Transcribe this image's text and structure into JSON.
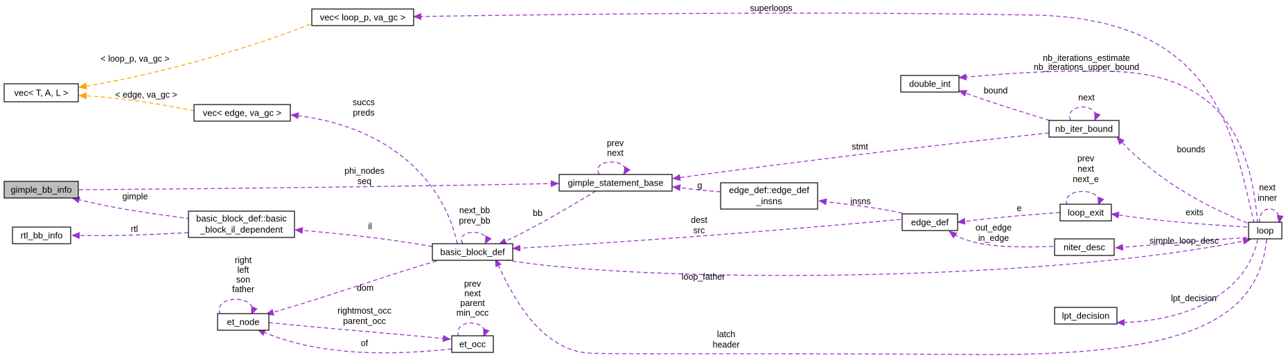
{
  "nodes": {
    "vec_tal": "vec< T, A, L >",
    "vec_loop_p": "vec< loop_p, va_gc >",
    "vec_edge": "vec< edge, va_gc >",
    "gimple_bb_info": "gimple_bb_info",
    "rtl_bb_info": "rtl_bb_info",
    "bb_il_dep_1": "basic_block_def::basic",
    "bb_il_dep_2": "_block_il_dependent",
    "et_node": "et_node",
    "basic_block_def": "basic_block_def",
    "et_occ": "et_occ",
    "gimple_statement_base": "gimple_statement_base",
    "edge_def_insns_1": "edge_def::edge_def",
    "edge_def_insns_2": "_insns",
    "edge_def": "edge_def",
    "double_int": "double_int",
    "nb_iter_bound": "nb_iter_bound",
    "loop_exit": "loop_exit",
    "niter_desc": "niter_desc",
    "lpt_decision": "lpt_decision",
    "loop": "loop"
  },
  "edge_labels": {
    "superloops": "superloops",
    "loop_p_va_gc": "< loop_p, va_gc >",
    "edge_va_gc": "< edge, va_gc >",
    "succs": "succs",
    "preds": "preds",
    "phi_nodes": "phi_nodes",
    "seq": "seq",
    "gimple": "gimple",
    "rtl": "rtl",
    "il": "il",
    "next_bb": "next_bb",
    "prev_bb": "prev_bb",
    "bb": "bb",
    "stmt_prev": "prev",
    "stmt_next": "next",
    "g": "g",
    "stmt": "stmt",
    "dest": "dest",
    "src": "src",
    "insns": "insns",
    "e": "e",
    "out_edge": "out_edge",
    "in_edge": "in_edge",
    "nb_iterations_estimate": "nb_iterations_estimate",
    "nb_iterations_upper_bound": "nb_iterations_upper_bound",
    "bound": "bound",
    "nib_next": "next",
    "bounds": "bounds",
    "le_prev": "prev",
    "le_next": "next",
    "le_next_e": "next_e",
    "exits": "exits",
    "simple_loop_desc": "simple_loop_desc",
    "loop_next": "next",
    "loop_inner": "inner",
    "loop_father": "loop_father",
    "lpt_decision": "lpt_decision",
    "latch": "latch",
    "header": "header",
    "dom": "dom",
    "et_right": "right",
    "et_left": "left",
    "et_son": "son",
    "et_father": "father",
    "rightmost_occ": "rightmost_occ",
    "parent_occ": "parent_occ",
    "of": "of",
    "occ_prev": "prev",
    "occ_next": "next",
    "occ_parent": "parent",
    "occ_min_occ": "min_occ"
  }
}
